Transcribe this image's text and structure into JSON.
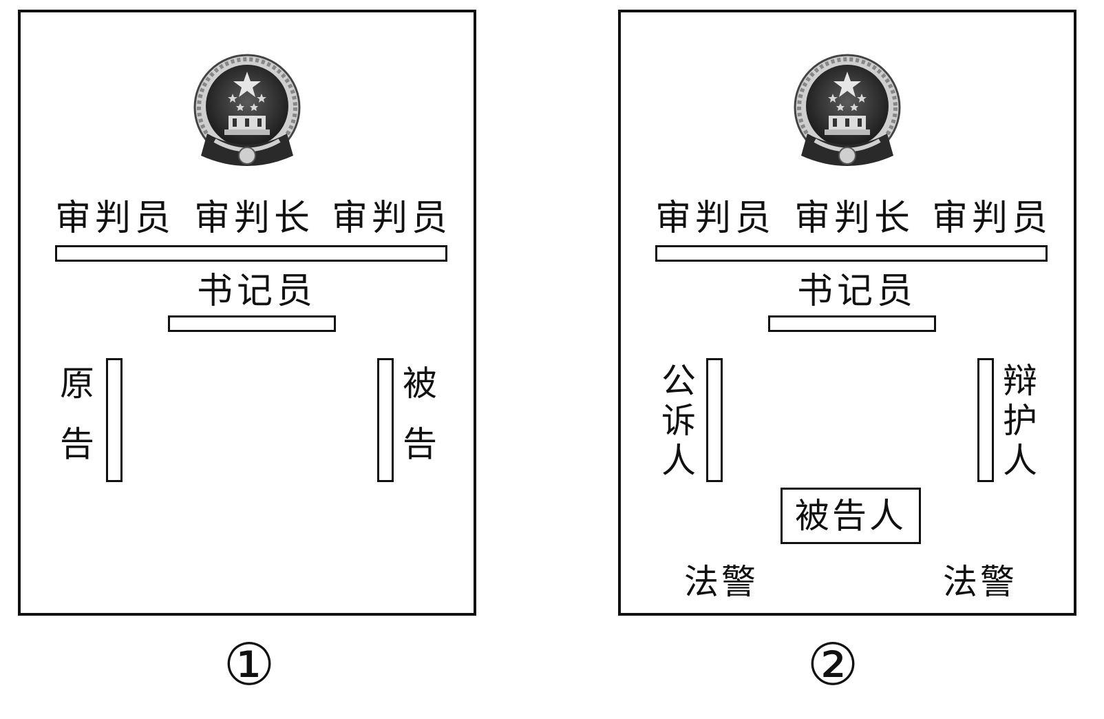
{
  "colors": {
    "ink": "#111111",
    "paper": "#ffffff"
  },
  "panels": [
    {
      "judges": {
        "left": "审判员",
        "center": "审判长",
        "right": "审判员"
      },
      "clerk": "书记员",
      "left_party": [
        "原",
        "告"
      ],
      "right_party": [
        "被",
        "告"
      ],
      "caption": "①"
    },
    {
      "judges": {
        "left": "审判员",
        "center": "审判长",
        "right": "审判员"
      },
      "clerk": "书记员",
      "left_party": [
        "公",
        "诉",
        "人"
      ],
      "right_party": [
        "辩",
        "护",
        "人"
      ],
      "defendant": "被告人",
      "bailiffs": [
        "法警",
        "法警"
      ],
      "caption": "②"
    }
  ]
}
